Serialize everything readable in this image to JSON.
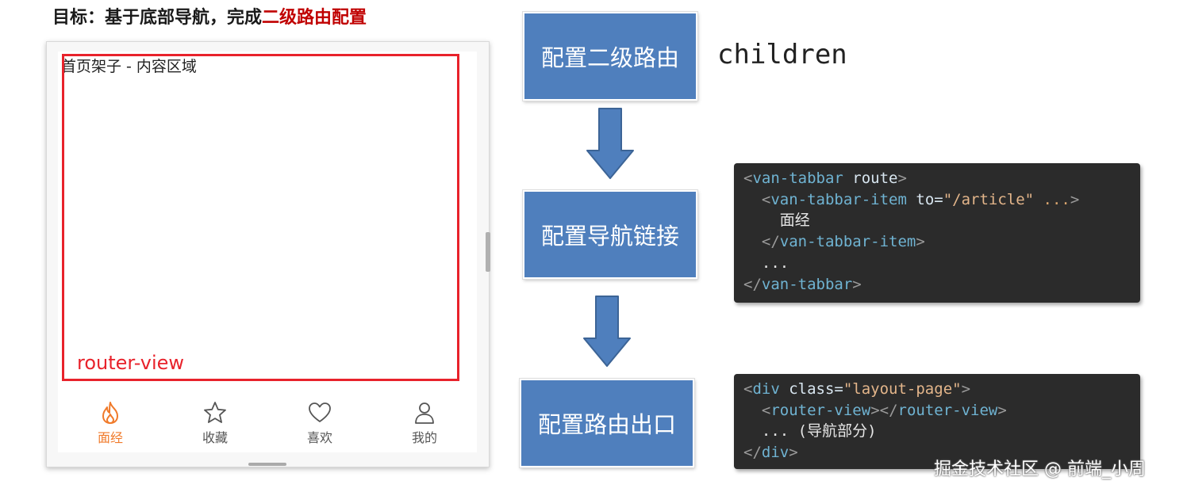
{
  "goal": {
    "prefix": "目标：基于底部导航，完成",
    "highlight": "二级路由配置"
  },
  "phone": {
    "title": "首页架子 - 内容区域",
    "router_view_label": "router-view",
    "tabs": [
      {
        "label": "面经",
        "icon": "fire-icon",
        "active": true
      },
      {
        "label": "收藏",
        "icon": "star-icon",
        "active": false
      },
      {
        "label": "喜欢",
        "icon": "heart-icon",
        "active": false
      },
      {
        "label": "我的",
        "icon": "user-icon",
        "active": false
      }
    ]
  },
  "flow": {
    "step1": "配置二级路由",
    "step2": "配置导航链接",
    "step3": "配置路由出口",
    "children_label": "children"
  },
  "code1": {
    "l1_open": "<",
    "l1_tag": "van-tabbar",
    "l1_attr": " route",
    "l1_close": ">",
    "l2_open": "<",
    "l2_tag": "van-tabbar-item",
    "l2_attr": " to=",
    "l2_str": "\"/article\"",
    "l2_rest": " ...",
    "l2_close": ">",
    "l3_text": "面经",
    "l4_open": "</",
    "l4_tag": "van-tabbar-item",
    "l4_close": ">",
    "l5_text": "...",
    "l6_open": "</",
    "l6_tag": "van-tabbar",
    "l6_close": ">"
  },
  "code2": {
    "l1_open": "<",
    "l1_tag": "div",
    "l1_attr": " class=",
    "l1_str": "\"layout-page\"",
    "l1_close": ">",
    "l2_open": "<",
    "l2_tag": "router-view",
    "l2_mid": "></",
    "l2_tag2": "router-view",
    "l2_close": ">",
    "l3_text": "... (导航部分)",
    "l4_open": "</",
    "l4_tag": "div",
    "l4_close": ">"
  },
  "watermark": "掘金技术社区 @ 前端_小周",
  "colors": {
    "step_fill": "#4f7fbd",
    "highlight_red": "#c00000",
    "router_red": "#e8222b",
    "active_tab": "#f07a2a",
    "code_bg": "#2b2b2b"
  }
}
